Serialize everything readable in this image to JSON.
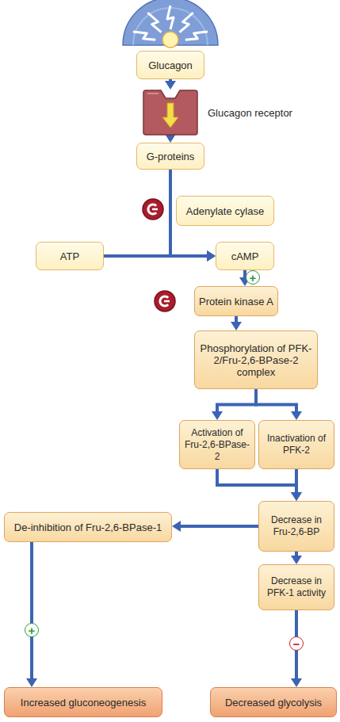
{
  "diagram": {
    "nodes": [
      {
        "text": [
          "Glucagon"
        ]
      },
      {
        "text": [
          "Glucagon receptor"
        ]
      },
      {
        "text": [
          "G-proteins"
        ]
      },
      {
        "text": [
          "Adenylate cylase"
        ]
      },
      {
        "text": [
          "ATP"
        ]
      },
      {
        "text": [
          "cAMP"
        ]
      },
      {
        "text": [
          "Protein kinase A"
        ]
      },
      {
        "text": [
          "Phosphorylation of PFK-2/Fru-2,6-BPase-2 complex"
        ]
      },
      {
        "text": [
          "Activation of Fru-2,6-BPase-2"
        ]
      },
      {
        "text": [
          "Inactivation of PFK-2"
        ]
      },
      {
        "text": [
          "Decrease in Fru-2,6-BP"
        ]
      },
      {
        "text": [
          "De-inhibition of Fru-2,6-BPase-1"
        ]
      },
      {
        "text": [
          "Decrease in PFK-1 activity"
        ]
      },
      {
        "text": [
          "Increased gluconeogenesis"
        ]
      },
      {
        "text": [
          "Decreased glycolysis"
        ]
      }
    ],
    "edges": [
      {
        "from": 0,
        "to": 1,
        "arrow": "to"
      },
      {
        "from": 1,
        "to": 2,
        "arrow": "to"
      },
      {
        "from": 2,
        "to": 5,
        "arrow": "to"
      },
      {
        "from": 4,
        "to": 5,
        "arrow": "to"
      },
      {
        "from": 5,
        "to": 6,
        "label": "+",
        "arrow": "to"
      },
      {
        "from": 6,
        "to": 7,
        "arrow": "to"
      },
      {
        "from": 7,
        "to": 8,
        "arrow": "to"
      },
      {
        "from": 7,
        "to": 9,
        "arrow": "to"
      },
      {
        "from": 8,
        "to": 10,
        "arrow": "to"
      },
      {
        "from": 9,
        "to": 10,
        "arrow": "to"
      },
      {
        "from": 10,
        "to": 11,
        "arrow": "to"
      },
      {
        "from": 10,
        "to": 12,
        "arrow": "to"
      },
      {
        "from": 11,
        "to": 13,
        "label": "+",
        "arrow": "to"
      },
      {
        "from": 12,
        "to": 14,
        "label": "−",
        "arrow": "to"
      }
    ]
  }
}
